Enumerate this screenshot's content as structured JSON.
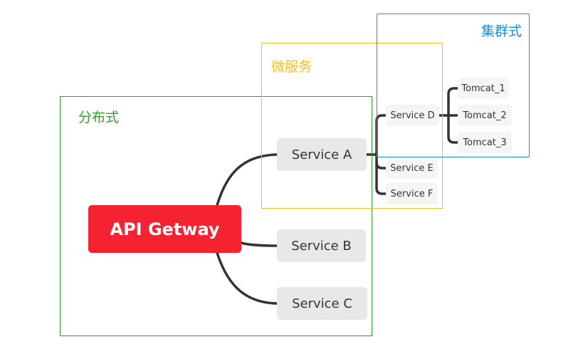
{
  "groups": {
    "distributed": {
      "label": "分布式",
      "color": "#2ca02c"
    },
    "microservice": {
      "label": "微服务",
      "color": "#f5bf1e"
    },
    "cluster": {
      "label": "集群式",
      "color": "#1a8ee0"
    }
  },
  "root": {
    "label": "API Getway",
    "color": "#f52231"
  },
  "services": [
    {
      "label": "Service A"
    },
    {
      "label": "Service B"
    },
    {
      "label": "Service C"
    }
  ],
  "sub_services": [
    {
      "label": "Service D"
    },
    {
      "label": "Service E"
    },
    {
      "label": "Service F"
    }
  ],
  "tomcats": [
    {
      "label": "Tomcat_1"
    },
    {
      "label": "Tomcat_2"
    },
    {
      "label": "Tomcat_3"
    }
  ]
}
